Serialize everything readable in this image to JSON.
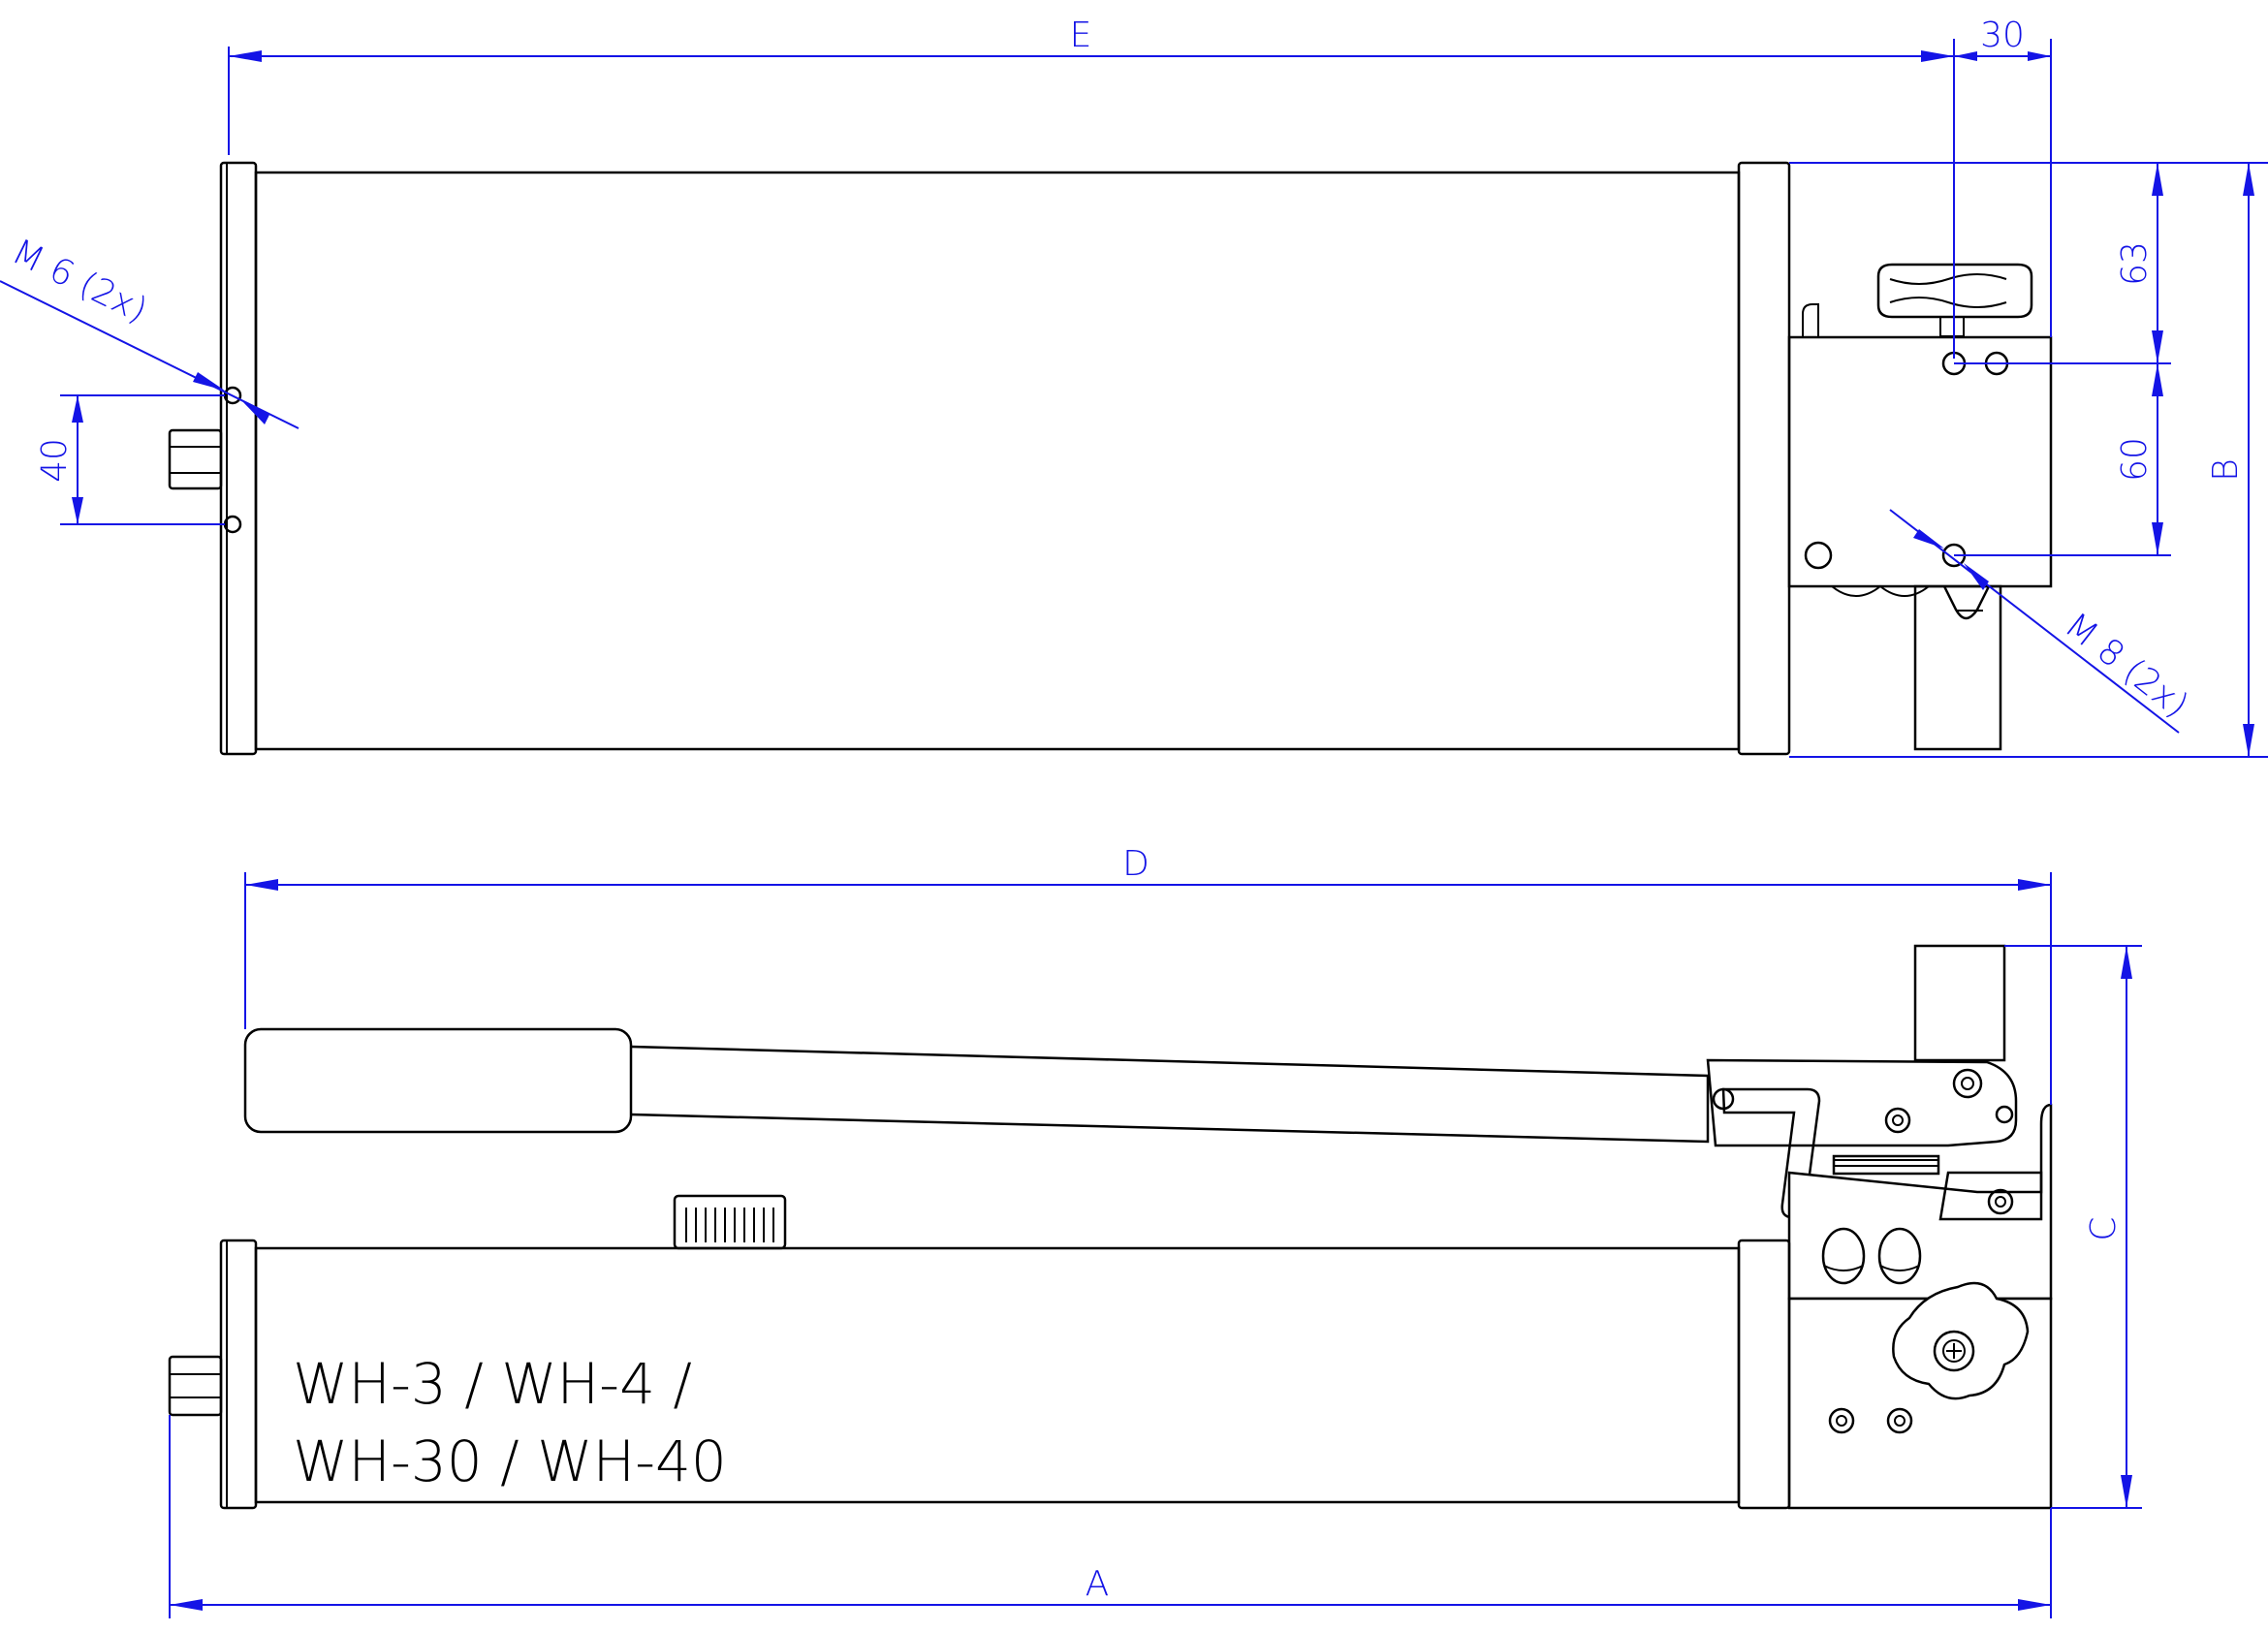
{
  "dimensions": {
    "E": "E",
    "D": "D",
    "A": "A",
    "B": "B",
    "C": "C",
    "d30": "30",
    "d63": "63",
    "d60": "60",
    "d40": "40",
    "m6": "M 6 (2x)",
    "m8": "M 8 (2x)"
  },
  "model": {
    "line1": "WH-3 / WH-4 /",
    "line2": "WH-30 / WH-40"
  },
  "colors": {
    "outline": "#000000",
    "dimension": "#1414e6"
  }
}
